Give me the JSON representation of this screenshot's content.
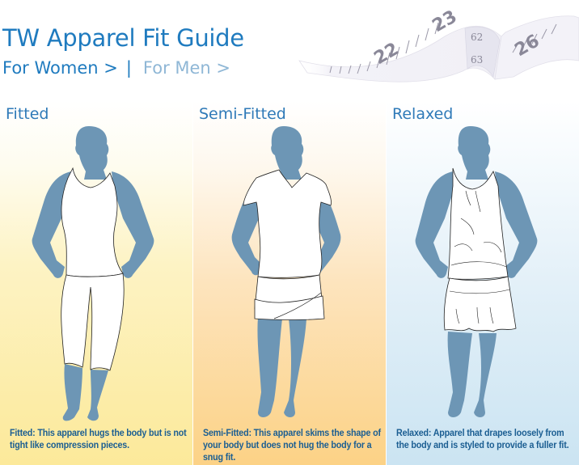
{
  "header": {
    "title": "TW Apparel Fit Guide",
    "nav": {
      "women_label": "For Women  >",
      "separator": "|",
      "men_label": "For Men >"
    },
    "tape_numbers": [
      "22",
      "23",
      "62",
      "63",
      "26"
    ]
  },
  "colors": {
    "title_blue": "#1f7bbf",
    "inactive_blue": "#8fb7d6",
    "silhouette": "#6d96b5",
    "caption": "#1b5e92",
    "fitted_bg": "#fce99a",
    "semi_fitted_bg": "#fcd286",
    "relaxed_bg": "#cbe4f2"
  },
  "columns": [
    {
      "title": "Fitted",
      "caption": "Fitted: This apparel hugs the body but is not tight like compression pieces."
    },
    {
      "title": "Semi-Fitted",
      "caption": "Semi-Fitted: This apparel skims the shape of your body but does not hug the body for a snug fit."
    },
    {
      "title": "Relaxed",
      "caption": "Relaxed: Apparel that drapes loosely from the body and is styled to provide a fuller fit."
    }
  ]
}
